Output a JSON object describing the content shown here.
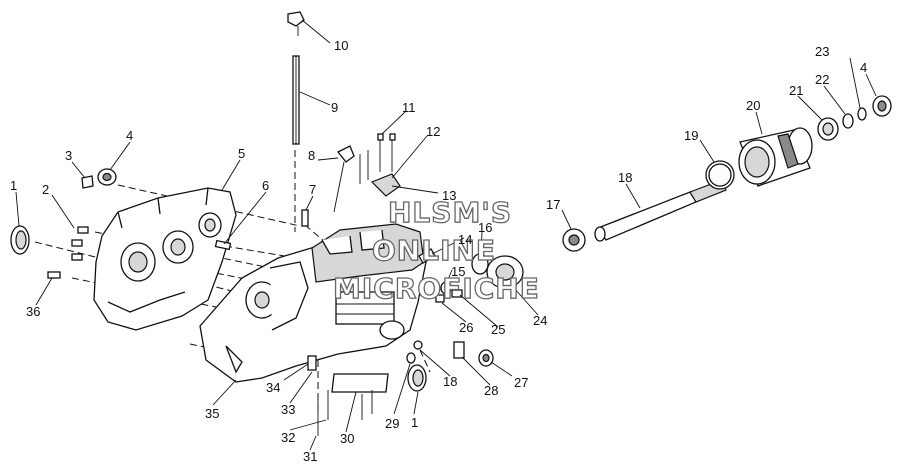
{
  "watermark": {
    "line1": "HLSM'S",
    "line2": "ONLINE",
    "line3": "MICROFICHE"
  },
  "callouts": {
    "c1a": "1",
    "c1b": "1",
    "c2": "2",
    "c3": "3",
    "c4a": "4",
    "c4b": "4",
    "c5": "5",
    "c6": "6",
    "c7": "7",
    "c8": "8",
    "c9": "9",
    "c10": "10",
    "c11": "11",
    "c12": "12",
    "c13": "13",
    "c14": "14",
    "c15": "15",
    "c16": "16",
    "c17": "17",
    "c18a": "18",
    "c18b": "18",
    "c19": "19",
    "c20": "20",
    "c21": "21",
    "c22": "22",
    "c23": "23",
    "c24": "24",
    "c25": "25",
    "c26": "26",
    "c27": "27",
    "c28": "28",
    "c29": "29",
    "c30": "30",
    "c31": "31",
    "c32": "32",
    "c33": "33",
    "c34": "34",
    "c35": "35",
    "c36": "36"
  }
}
